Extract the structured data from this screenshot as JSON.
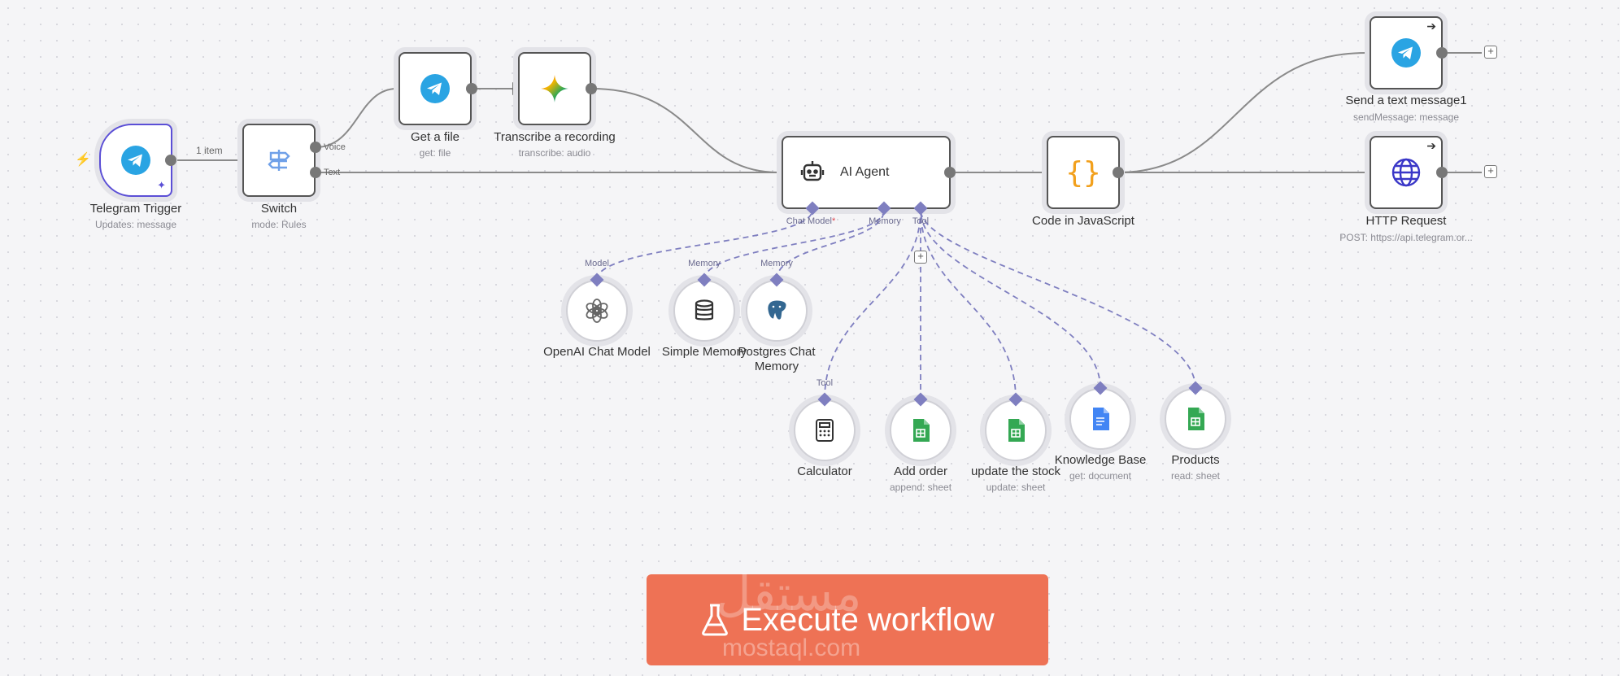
{
  "nodes": {
    "telegram_trigger": {
      "title": "Telegram Trigger",
      "sub": "Updates: message"
    },
    "switch": {
      "title": "Switch",
      "sub": "mode: Rules",
      "out_voice": "Voice",
      "out_text": "Text"
    },
    "get_file": {
      "title": "Get a file",
      "sub": "get: file"
    },
    "transcribe": {
      "title": "Transcribe a recording",
      "sub": "transcribe: audio"
    },
    "ai_agent": {
      "title": "AI Agent",
      "port_chat_model": "Chat Model",
      "port_chat_model_req": "*",
      "port_memory": "Memory",
      "port_tool": "Tool"
    },
    "code_js": {
      "title": "Code in JavaScript"
    },
    "send_text": {
      "title": "Send a text message1",
      "sub": "sendMessage: message"
    },
    "http_request": {
      "title": "HTTP Request",
      "sub": "POST: https://api.telegram.or..."
    },
    "openai_model": {
      "title": "OpenAI Chat Model",
      "port": "Model"
    },
    "simple_memory": {
      "title": "Simple Memory",
      "port": "Memory"
    },
    "postgres_memory": {
      "title": "Postgres Chat Memory",
      "port": "Memory"
    },
    "calculator": {
      "title": "Calculator",
      "port": "Tool"
    },
    "add_order": {
      "title": "Add order",
      "sub": "append: sheet"
    },
    "update_stock": {
      "title": "update the stock",
      "sub": "update: sheet"
    },
    "knowledge_base": {
      "title": "Knowledge Base",
      "sub": "get: document"
    },
    "products": {
      "title": "Products",
      "sub": "read: sheet"
    }
  },
  "edge_label_items": "1 item",
  "execute_button": {
    "label": "Execute workflow"
  },
  "watermark": {
    "arabic": "مستقل",
    "latin": "mostaql.com"
  },
  "colors": {
    "accent": "#ee7255",
    "trigger_border": "#5b4fd6",
    "ai_port": "#7f7fc0",
    "telegram": "#2aa4e3",
    "sheets": "#34a853",
    "docs": "#4285f4",
    "http": "#3a37c8",
    "code": "#f2a01c"
  },
  "icons": [
    "telegram-icon",
    "signpost-icon",
    "gemini-icon",
    "robot-icon",
    "braces-icon",
    "globe-icon",
    "openai-icon",
    "database-icon",
    "postgres-icon",
    "calculator-icon",
    "sheets-icon",
    "docs-icon",
    "flask-icon",
    "bolt-icon"
  ]
}
